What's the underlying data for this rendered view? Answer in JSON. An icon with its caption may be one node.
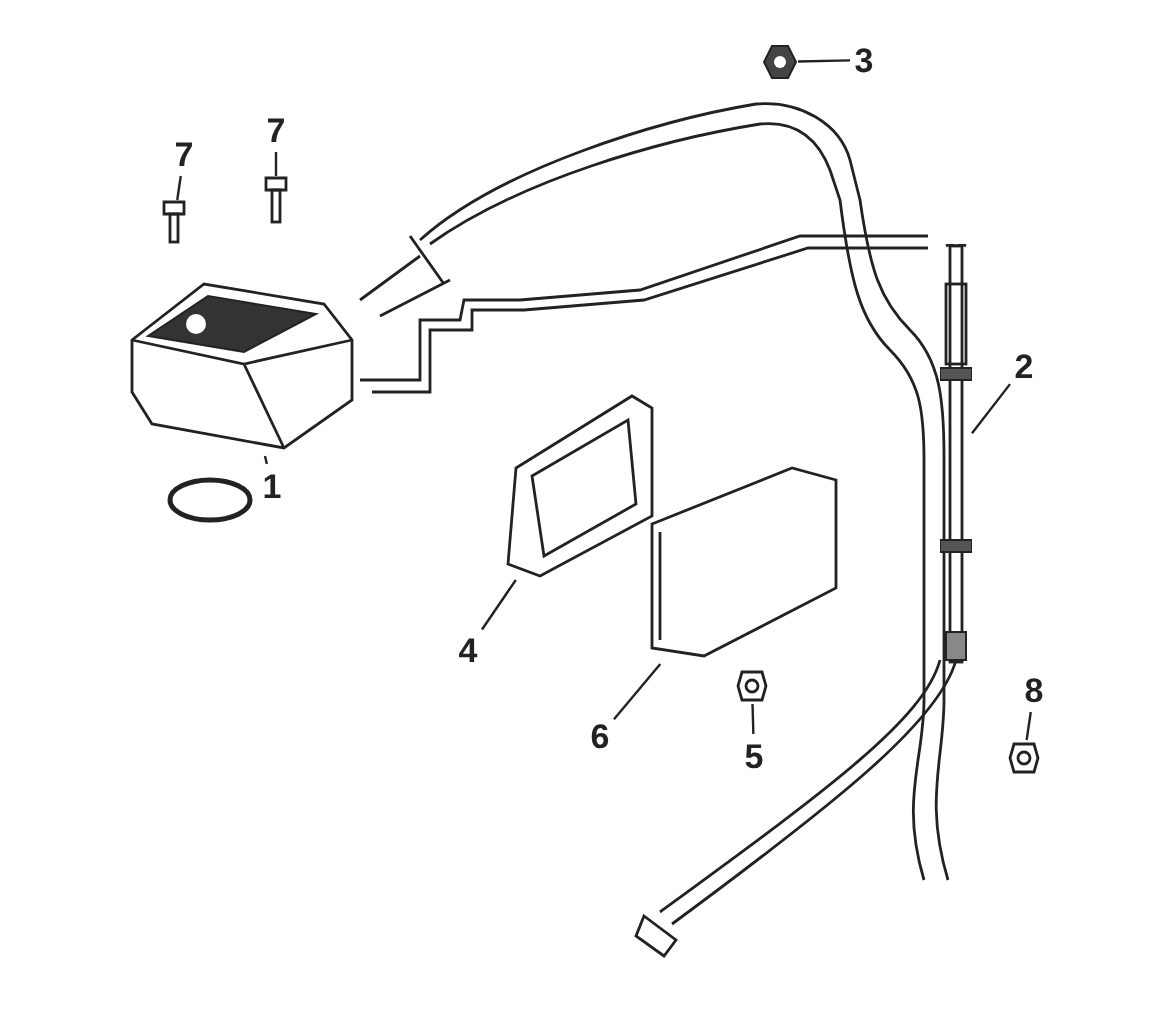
{
  "diagram": {
    "nodes": [
      {
        "text": [
          "7"
        ]
      },
      {
        "text": [
          "7"
        ]
      },
      {
        "text": [
          "3"
        ]
      },
      {
        "text": [
          "2"
        ]
      },
      {
        "text": [
          "1"
        ]
      },
      {
        "text": [
          "4"
        ]
      },
      {
        "text": [
          "6"
        ]
      },
      {
        "text": [
          "5"
        ]
      },
      {
        "text": [
          "8"
        ]
      },
      {
        "text": [],
        "shape": "picture"
      },
      {
        "text": [],
        "shape": "picture"
      },
      {
        "text": [],
        "shape": "picture"
      },
      {
        "text": [],
        "shape": "picture"
      },
      {
        "text": [],
        "shape": "picture"
      },
      {
        "text": [],
        "shape": "picture"
      },
      {
        "text": [],
        "shape": "picture"
      },
      {
        "text": [],
        "shape": "picture"
      },
      {
        "text": [],
        "shape": "picture"
      }
    ],
    "edges": [
      {
        "from": 0,
        "to": 9,
        "arrow": "none"
      },
      {
        "from": 1,
        "to": 10,
        "arrow": "none"
      },
      {
        "from": 2,
        "to": 11,
        "arrow": "none"
      },
      {
        "from": 3,
        "to": 12,
        "arrow": "none"
      },
      {
        "from": 4,
        "to": 13,
        "arrow": "none"
      },
      {
        "from": 5,
        "to": 14,
        "arrow": "none"
      },
      {
        "from": 6,
        "to": 15,
        "arrow": "none"
      },
      {
        "from": 7,
        "to": 16,
        "arrow": "none"
      },
      {
        "from": 8,
        "to": 17,
        "arrow": "none"
      }
    ]
  }
}
